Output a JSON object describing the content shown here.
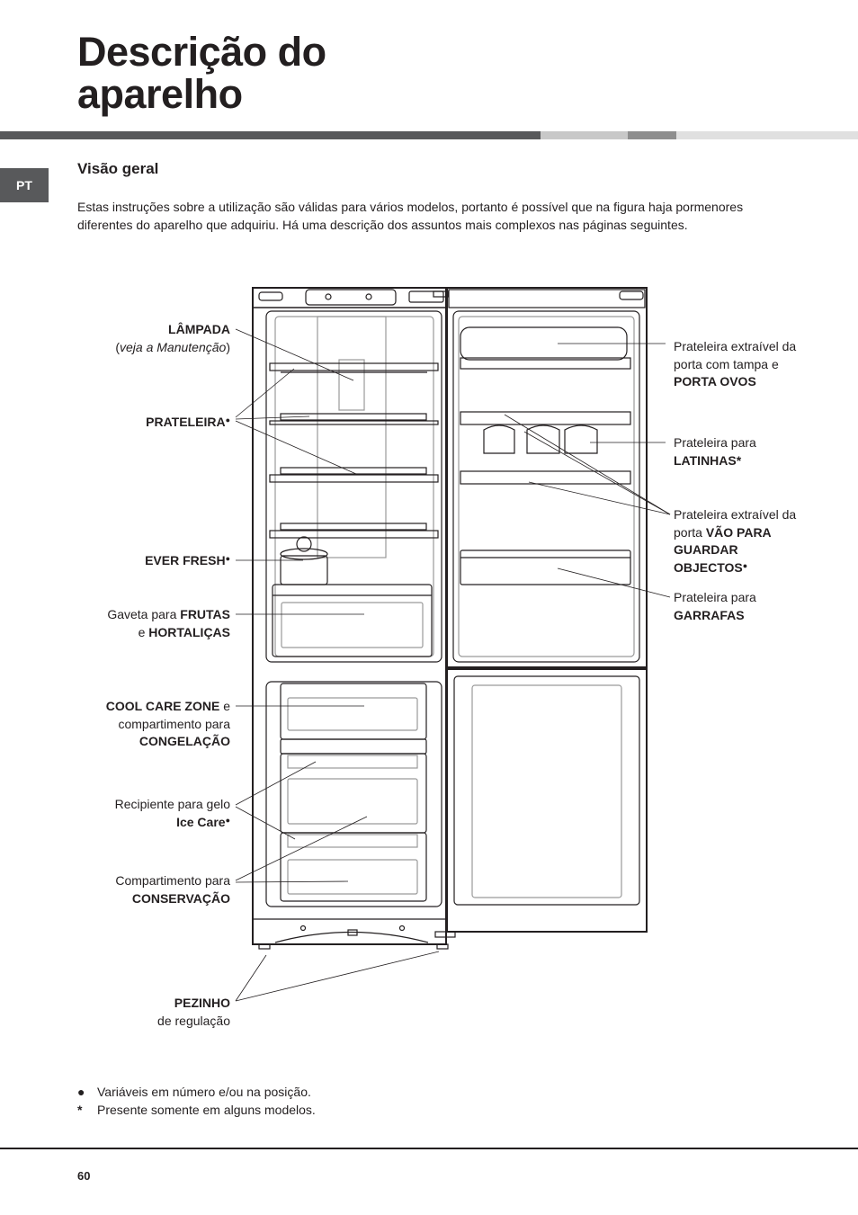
{
  "header": {
    "title_line1": "Descrição do",
    "title_line2": "aparelho"
  },
  "language_tab": "PT",
  "section": {
    "heading": "Visão geral",
    "intro": "Estas instruções sobre a utilização são válidas para vários modelos, portanto é possível que na figura haja pormenores diferentes do aparelho que adquiriu. Há uma descrição dos assuntos mais complexos nas páginas seguintes."
  },
  "labels_left": {
    "lampada": {
      "bold": "LÂMPADA",
      "paren_open": "(",
      "italic": "veja a Manutenção",
      "paren_close": ")"
    },
    "prateleira": {
      "bold": "PRATELEIRA",
      "mark": "●"
    },
    "ever_fresh": {
      "bold": "EVER FRESH",
      "mark": "●"
    },
    "gaveta": {
      "line1_text": "Gaveta para ",
      "line1_bold": "FRUTAS",
      "line2_text": "e ",
      "line2_bold": "HORTALIÇAS"
    },
    "cool_care": {
      "line1_bold": "COOL CARE ZONE",
      "line1_text": " e",
      "line2": "compartimento para",
      "line3_bold": "CONGELAÇÃO"
    },
    "ice_care": {
      "line1": "Recipiente para gelo",
      "line2_bold": "Ice Care",
      "mark": "●"
    },
    "conservacao": {
      "line1": "Compartimento para",
      "line2_bold": "CONSERVAÇÃO"
    },
    "pezinho": {
      "line1_bold": "PEZINHO",
      "line2": "de regulação"
    }
  },
  "labels_right": {
    "porta_ovos": {
      "line1": "Prateleira extraível da",
      "line2": "porta com tampa  e",
      "line3_bold": "PORTA OVOS"
    },
    "latinhas": {
      "line1": "Prateleira para",
      "line2_bold": "LATINHAS",
      "mark": "*"
    },
    "vao": {
      "line1": "Prateleira extraível da",
      "line2_text": "porta ",
      "line2_bold": "VÃO PARA",
      "line3_bold": "GUARDAR",
      "line4_bold": "OBJECTOS",
      "mark": "●"
    },
    "garrafas": {
      "line1": "Prateleira para",
      "line2_bold": "GARRAFAS"
    }
  },
  "notes": [
    {
      "symbol": "●",
      "text": "Variáveis em número e/ou na posição."
    },
    {
      "symbol": "*",
      "text": "Presente somente em alguns modelos."
    }
  ],
  "page_number": "60",
  "colors": {
    "bar_dark": "#58595b",
    "bar_light": "#c8c8c8",
    "bar_mid": "#8e8e8e",
    "bar_pale": "#e0e0e0",
    "lang_bg": "#58595b"
  }
}
